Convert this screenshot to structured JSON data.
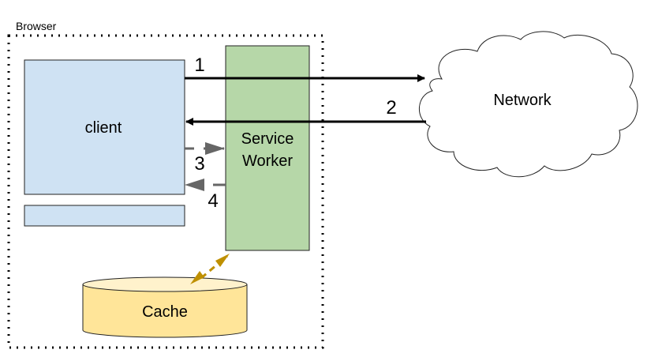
{
  "diagram": {
    "container": {
      "label": "Browser"
    },
    "nodes": {
      "client": {
        "label": "client",
        "fill": "#cfe2f3"
      },
      "client_bar": {
        "label": "",
        "fill": "#cfe2f3"
      },
      "service_worker": {
        "label_line1": "Service",
        "label_line2": "Worker",
        "fill": "#b6d7a8"
      },
      "cache": {
        "label": "Cache",
        "fill": "#ffe599",
        "top_fill": "#fff2cc"
      },
      "network": {
        "label": "Network",
        "fill": "#ffffff"
      }
    },
    "edges": [
      {
        "id": "1",
        "label": "1",
        "from": "client",
        "to": "network",
        "color": "#000000"
      },
      {
        "id": "2",
        "label": "2",
        "from": "network",
        "to": "client",
        "color": "#000000"
      },
      {
        "id": "3",
        "label": "3",
        "from": "client",
        "to": "service_worker",
        "color": "#666666",
        "style": "dashed"
      },
      {
        "id": "4",
        "label": "4",
        "from": "service_worker",
        "to": "client",
        "color": "#666666",
        "style": "dashed"
      },
      {
        "id": "5",
        "label": "",
        "from": "service_worker",
        "to": "cache",
        "color": "#bf9000",
        "style": "dashed-bidirectional"
      }
    ]
  }
}
